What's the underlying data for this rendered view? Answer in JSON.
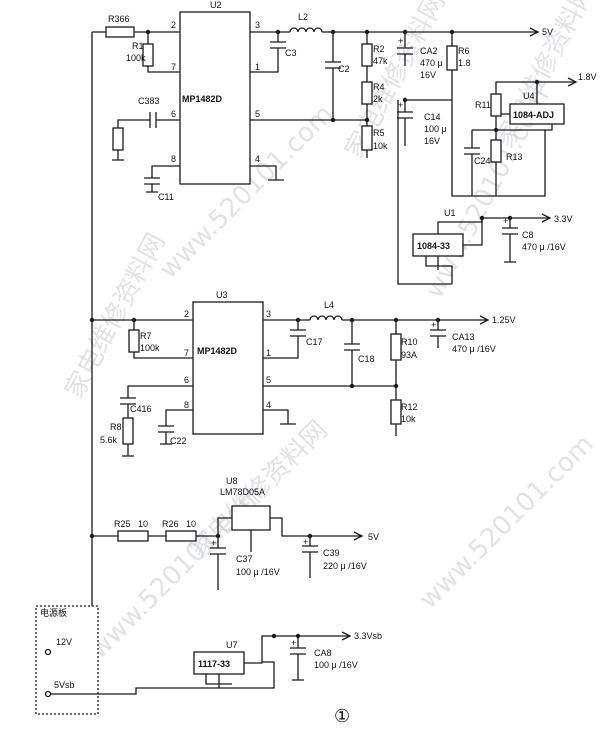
{
  "u2": {
    "ref": "U2",
    "part": "MP1482D",
    "pins": [
      "2",
      "3",
      "7",
      "1",
      "6",
      "5",
      "8",
      "4"
    ],
    "r366": "R366",
    "r1": {
      "ref": "R1",
      "val": "100k"
    },
    "c383": "C383",
    "c11": "C11",
    "c3": "C3",
    "l2": "L2",
    "c2": "C2",
    "r2": {
      "ref": "R2",
      "val": "47k"
    },
    "r4": {
      "ref": "R4",
      "val": "2k"
    },
    "r5": {
      "ref": "R5",
      "val": "10k"
    }
  },
  "rail_5v": {
    "label": "5V",
    "ca2": {
      "ref": "CA2",
      "val": "470 μ",
      "volt": "16V"
    },
    "r6": {
      "ref": "R6",
      "val": "1.8"
    },
    "c14": {
      "ref": "C14",
      "val": "100 μ",
      "volt": "16V"
    }
  },
  "u4": {
    "ref": "U4",
    "part": "1084-ADJ",
    "out": "1.8V",
    "r11": "R11",
    "r13": "R13",
    "c24": "C24"
  },
  "u1": {
    "ref": "U1",
    "part": "1084-33",
    "out": "3.3V",
    "c8": {
      "ref": "C8",
      "val": "470 μ /16V"
    }
  },
  "u3": {
    "ref": "U3",
    "part": "MP1482D",
    "pins": [
      "2",
      "3",
      "7",
      "1",
      "6",
      "5",
      "8",
      "4"
    ],
    "r7": {
      "ref": "R7",
      "val": "100k"
    },
    "c416": "C416",
    "r8": {
      "ref": "R8",
      "val": "5.6k"
    },
    "c22": "C22",
    "c17": "C17",
    "l4": "L4",
    "c18": "C18",
    "r10": {
      "ref": "R10",
      "val": "93A"
    },
    "r12": {
      "ref": "R12",
      "val": "10k"
    },
    "ca13": {
      "ref": "CA13",
      "val": "470 μ /16V"
    },
    "out": "1.25V"
  },
  "u8": {
    "ref": "U8",
    "part": "LM78D05A",
    "r25": {
      "ref": "R25",
      "val": "10"
    },
    "r26": {
      "ref": "R26",
      "val": "10"
    },
    "c37": {
      "ref": "C37",
      "val": "100 μ /16V"
    },
    "c39": {
      "ref": "C39",
      "val": "220 μ /16V"
    },
    "out": "5V"
  },
  "u7": {
    "ref": "U7",
    "part": "1117-33",
    "out": "3.3Vsb",
    "ca8": {
      "ref": "CA8",
      "val": "100 μ /16V"
    }
  },
  "power_board": {
    "title": "电源板",
    "pin1": "12V",
    "pin2": "5Vsb"
  },
  "figure_number": "①",
  "watermarks": [
    "家电维修资料网",
    "www.520101.com"
  ]
}
